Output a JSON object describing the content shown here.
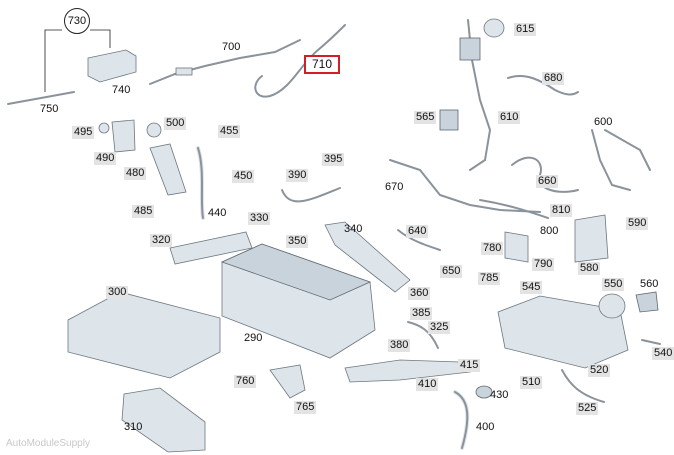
{
  "diagram": {
    "labels": [
      "730",
      "700",
      "740",
      "750",
      "710",
      "615",
      "680",
      "565",
      "610",
      "600",
      "495",
      "500",
      "490",
      "455",
      "480",
      "450",
      "440",
      "485",
      "330",
      "320",
      "390",
      "395",
      "670",
      "660",
      "810",
      "590",
      "800",
      "640",
      "780",
      "790",
      "580",
      "350",
      "340",
      "650",
      "785",
      "545",
      "550",
      "560",
      "300",
      "360",
      "385",
      "290",
      "325",
      "380",
      "415",
      "540",
      "760",
      "410",
      "430",
      "510",
      "520",
      "525",
      "765",
      "310",
      "400"
    ],
    "highlight": "710",
    "highlight_color": "#d21f26",
    "watermark": "AutoModuleSupply"
  }
}
